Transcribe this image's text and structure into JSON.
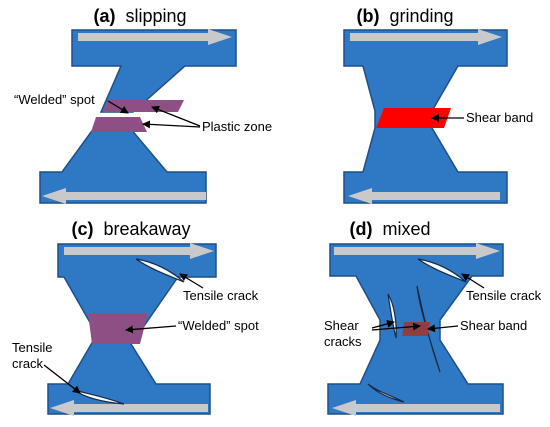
{
  "panels": {
    "a": {
      "letter": "(a)",
      "title": "slipping",
      "labels": {
        "welded": "“Welded” spot",
        "plastic": "Plastic zone"
      }
    },
    "b": {
      "letter": "(b)",
      "title": "grinding",
      "labels": {
        "shear_band": "Shear band"
      }
    },
    "c": {
      "letter": "(c)",
      "title": "breakaway",
      "labels": {
        "tensile_top": "Tensile crack",
        "welded": "“Welded” spot",
        "tensile_bottom_1": "Tensile",
        "tensile_bottom_2": "crack"
      }
    },
    "d": {
      "letter": "(d)",
      "title": "mixed",
      "labels": {
        "tensile": "Tensile crack",
        "shear_cracks_1": "Shear",
        "shear_cracks_2": "cracks",
        "shear_band": "Shear band"
      }
    }
  },
  "colors": {
    "body": "#2f78c4",
    "edge": "#1f4f8a",
    "arrow": "#c9c9c9",
    "plastic_zone": "#8e4f85",
    "shear_band": "#ff0000",
    "crack": "#f2fbff"
  }
}
